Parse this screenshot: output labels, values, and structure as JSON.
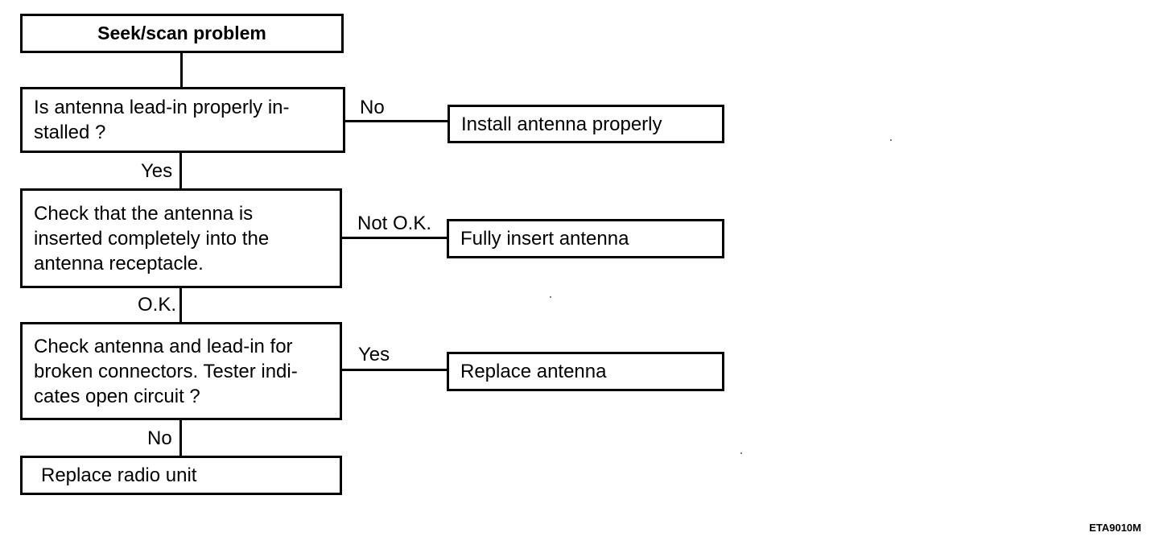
{
  "flowchart": {
    "start": "Seek/scan problem",
    "step1": {
      "question": "Is antenna lead-in properly in-\nstalled ?",
      "no_label": "No",
      "no_action": "Install antenna properly",
      "yes_label": "Yes"
    },
    "step2": {
      "question": "Check that the antenna is\ninserted completely into the\nantenna receptacle.",
      "not_ok_label": "Not O.K.",
      "not_ok_action": "Fully insert antenna",
      "ok_label": "O.K."
    },
    "step3": {
      "question": "Check antenna and lead-in for\nbroken connectors. Tester indi-\ncates open circuit ?",
      "yes_label": "Yes",
      "yes_action": "Replace antenna",
      "no_label": "No"
    },
    "end": "Replace radio unit"
  },
  "figure_code": "ETA9010M"
}
